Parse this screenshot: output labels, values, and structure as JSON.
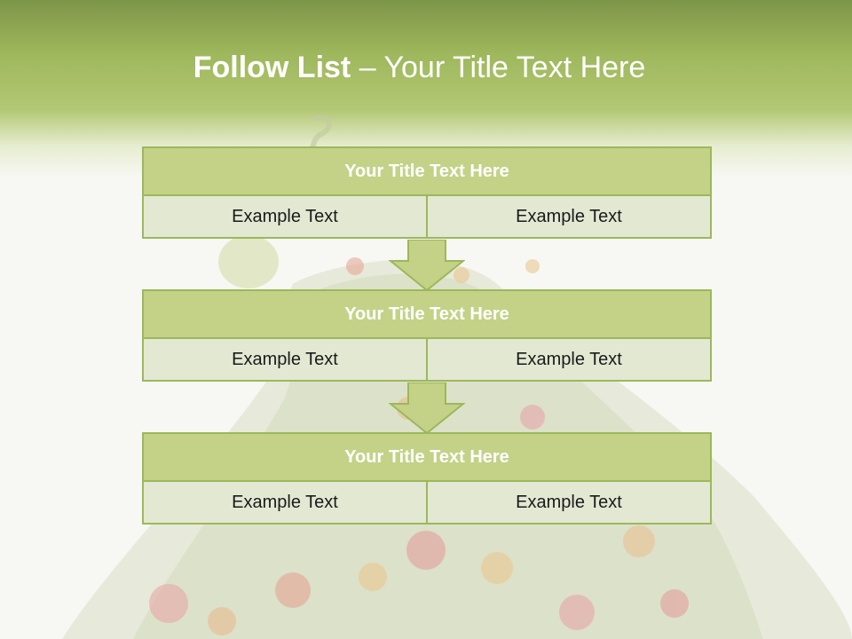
{
  "header": {
    "title_bold": "Follow List",
    "title_rest": " – Your Title Text Here"
  },
  "blocks": [
    {
      "title": "Your Title Text Here",
      "cells": [
        "Example Text",
        "Example Text"
      ]
    },
    {
      "title": "Your Title Text Here",
      "cells": [
        "Example Text",
        "Example Text"
      ]
    },
    {
      "title": "Your Title Text Here",
      "cells": [
        "Example Text",
        "Example Text"
      ]
    }
  ],
  "colors": {
    "header_green": "#9eb75c",
    "block_title_fill": "#c3d287",
    "block_cell_fill": "#e3e8d3",
    "border_green": "#9cb85a",
    "arrow_fill": "#c3d287"
  }
}
